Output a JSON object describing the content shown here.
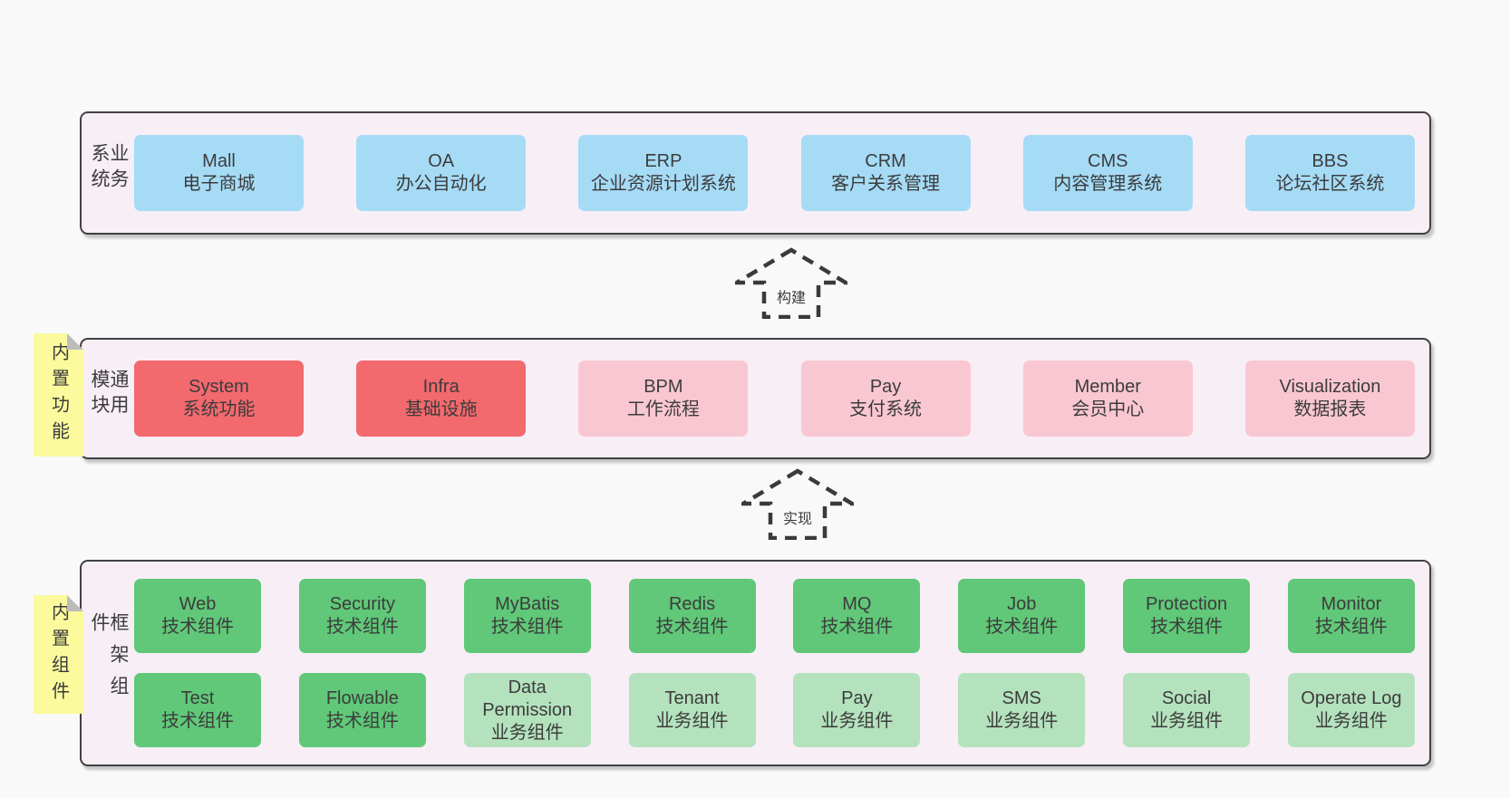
{
  "colors": {
    "page-bg": "#f9f9f9",
    "container-bg": "#f8eef6",
    "container-border": "#414141",
    "box-blue": "#a6dbf6",
    "box-red": "#f2696e",
    "box-pink": "#f9c7d2",
    "box-green": "#60c878",
    "box-green-light": "#b4e2bd",
    "note-bg": "#fbfa9d",
    "note-fold": "#bcbcbc",
    "text": "#3c3c3c",
    "arrow": "#3a3a3a"
  },
  "layers": {
    "business": {
      "label": "业务系统",
      "boxes": [
        {
          "title": "Mall",
          "subtitle": "电子商城"
        },
        {
          "title": "OA",
          "subtitle": "办公自动化"
        },
        {
          "title": "ERP",
          "subtitle": "企业资源计划系统"
        },
        {
          "title": "CRM",
          "subtitle": "客户关系管理"
        },
        {
          "title": "CMS",
          "subtitle": "内容管理系统"
        },
        {
          "title": "BBS",
          "subtitle": "论坛社区系统"
        }
      ]
    },
    "modules": {
      "label": "通用模块",
      "note": "内置功能",
      "boxes": [
        {
          "title": "System",
          "subtitle": "系统功能"
        },
        {
          "title": "Infra",
          "subtitle": "基础设施"
        },
        {
          "title": "BPM",
          "subtitle": "工作流程"
        },
        {
          "title": "Pay",
          "subtitle": "支付系统"
        },
        {
          "title": "Member",
          "subtitle": "会员中心"
        },
        {
          "title": "Visualization",
          "subtitle": "数据报表"
        }
      ]
    },
    "components": {
      "label": "框架组件",
      "note": "内置组件",
      "row1": [
        {
          "title": "Web",
          "subtitle": "技术组件"
        },
        {
          "title": "Security",
          "subtitle": "技术组件"
        },
        {
          "title": "MyBatis",
          "subtitle": "技术组件"
        },
        {
          "title": "Redis",
          "subtitle": "技术组件"
        },
        {
          "title": "MQ",
          "subtitle": "技术组件"
        },
        {
          "title": "Job",
          "subtitle": "技术组件"
        },
        {
          "title": "Protection",
          "subtitle": "技术组件"
        },
        {
          "title": "Monitor",
          "subtitle": "技术组件"
        }
      ],
      "row2": [
        {
          "title": "Test",
          "subtitle": "技术组件"
        },
        {
          "title": "Flowable",
          "subtitle": "技术组件"
        },
        {
          "title": "Data Permission",
          "subtitle": "业务组件"
        },
        {
          "title": "Tenant",
          "subtitle": "业务组件"
        },
        {
          "title": "Pay",
          "subtitle": "业务组件"
        },
        {
          "title": "SMS",
          "subtitle": "业务组件"
        },
        {
          "title": "Social",
          "subtitle": "业务组件"
        },
        {
          "title": "Operate Log",
          "subtitle": "业务组件"
        }
      ]
    }
  },
  "arrows": [
    {
      "label": "构建"
    },
    {
      "label": "实现"
    }
  ]
}
